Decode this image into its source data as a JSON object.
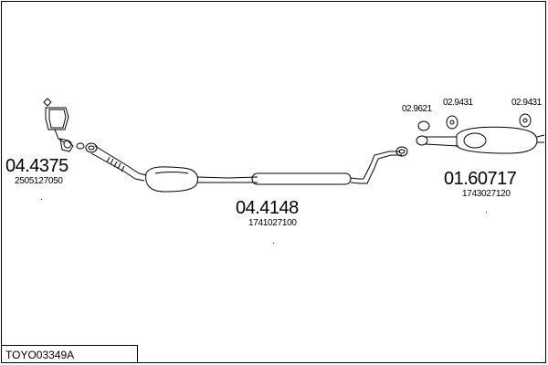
{
  "parts": [
    {
      "id": "front",
      "code": "04.4375",
      "oe": "2505127050"
    },
    {
      "id": "middle",
      "code": "04.4148",
      "oe": "1741027100"
    },
    {
      "id": "rear",
      "code": "01.60717",
      "oe": "1743027120"
    }
  ],
  "small_parts": [
    {
      "id": "gasket",
      "code": "02.9621"
    },
    {
      "id": "mount1",
      "code": "02.9431"
    },
    {
      "id": "mount2",
      "code": "02.9431"
    }
  ],
  "reference": "TOYO03349A"
}
